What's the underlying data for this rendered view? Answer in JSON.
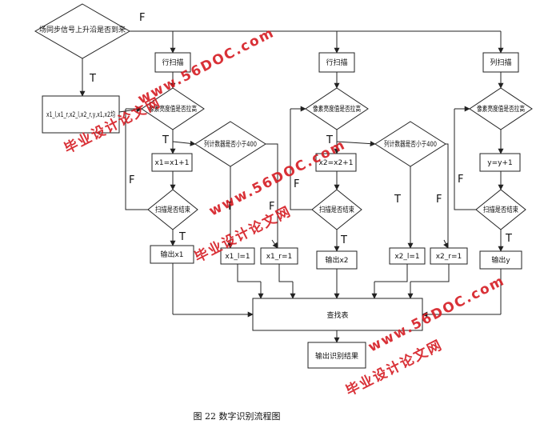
{
  "nodes": {
    "sync_check": "场同步信号上升沿是否到来",
    "init_vars": "x1_l,x1_r,x2_l,x2_r,y,x1,x2均",
    "row_scan_1": "行扫描",
    "row_scan_2": "行扫描",
    "col_scan": "列扫描",
    "bright_1": "像素亮度值是否拉高",
    "bright_2": "像素亮度值是否拉高",
    "bright_3": "像素亮度值是否拉高",
    "x1_inc": "x1=x1+1",
    "x2_inc": "x2=x2+1",
    "y_inc": "y=y+1",
    "counter_1": "列计数器是否小于400",
    "counter_2": "列计数器是否小于400",
    "scan_end_1": "扫描是否结束",
    "scan_end_2": "扫描是否结束",
    "scan_end_3": "扫描是否结束",
    "out_x1": "输出x1",
    "out_x2": "输出x2",
    "out_y": "输出y",
    "x1_l": "x1_l=1",
    "x1_r": "x1_r=1",
    "x2_l": "x2_l=1",
    "x2_r": "x2_r=1",
    "lookup": "查找表",
    "result": "输出识别结果"
  },
  "edge_labels": {
    "true": "T",
    "false": "F"
  },
  "watermarks": {
    "site": "www.56DOC.com",
    "name": "毕业设计论文网"
  },
  "caption": "图 22  数字识别流程图"
}
